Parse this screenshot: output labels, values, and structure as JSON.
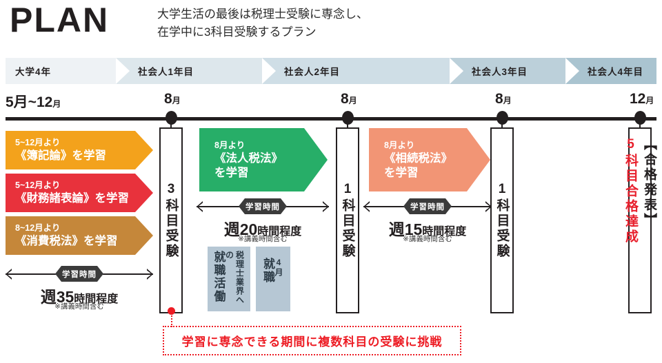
{
  "header": {
    "plan_label": "PLAN",
    "subtitle_line1": "大学生活の最後は税理士受験に専念し、",
    "subtitle_line2": "在学中に3科目受験するプラン"
  },
  "year_band": {
    "segments": [
      {
        "label": "大学4年",
        "color": "#eef2f5"
      },
      {
        "label": "社会人1年目",
        "color": "#dde7ec"
      },
      {
        "label": "社会人2年目",
        "color": "#cfdee6"
      },
      {
        "label": "社会人3年目",
        "color": "#bcd0da"
      },
      {
        "label": "社会人4年目",
        "color": "#aac4d0"
      }
    ]
  },
  "timeline": {
    "markers": [
      {
        "num": "5月~12",
        "unit": "月",
        "raw": "5月~12月"
      },
      {
        "num": "8",
        "unit": "月",
        "raw": "8月"
      },
      {
        "num": "8",
        "unit": "月",
        "raw": "8月"
      },
      {
        "num": "8",
        "unit": "月",
        "raw": "8月"
      },
      {
        "num": "12",
        "unit": "月",
        "raw": "12月"
      }
    ]
  },
  "subjects": [
    {
      "period": "5~12月より",
      "name": "《簿記論》",
      "verb": "を学習",
      "color": "#f3a21c"
    },
    {
      "period": "5~12月より",
      "name": "《財務諸表論》",
      "verb": "を学習",
      "color": "#e8323c"
    },
    {
      "period": "8~12月より",
      "name": "《消費税法》",
      "verb": "を学習",
      "color": "#c5873a"
    },
    {
      "period": "8月より",
      "name": "《法人税法》",
      "verb": "を学習",
      "color": "#27ae68"
    },
    {
      "period": "8月より",
      "name": "《相続税法》",
      "verb": "を学習",
      "color": "#f29575"
    }
  ],
  "study_gauges": [
    {
      "chip": "学習時間",
      "hours_num": "週35",
      "hours_tail": "時間程度",
      "note": "※講義時間含む"
    },
    {
      "chip": "学習時間",
      "hours_num": "週20",
      "hours_tail": "時間程度",
      "note": "※講義時間含む"
    },
    {
      "chip": "学習時間",
      "hours_num": "週15",
      "hours_tail": "時間程度",
      "note": "※講義時間含む"
    }
  ],
  "exam_boxes": [
    {
      "label": "3科目受験"
    },
    {
      "label": "1科目受験"
    },
    {
      "label": "1科目受験"
    }
  ],
  "result_box": {
    "heading": "【合格発表】",
    "result": "5科目合格達成",
    "result_color": "#e8212e"
  },
  "job_boxes": [
    {
      "line_right": "税理士業界への",
      "line_left": "就職活働"
    },
    {
      "line_right": "4月",
      "line_left": "就職"
    }
  ],
  "callout": {
    "text": "学習に専念できる期間に複数科目の受験に挑戦",
    "color": "#ed1c24"
  }
}
